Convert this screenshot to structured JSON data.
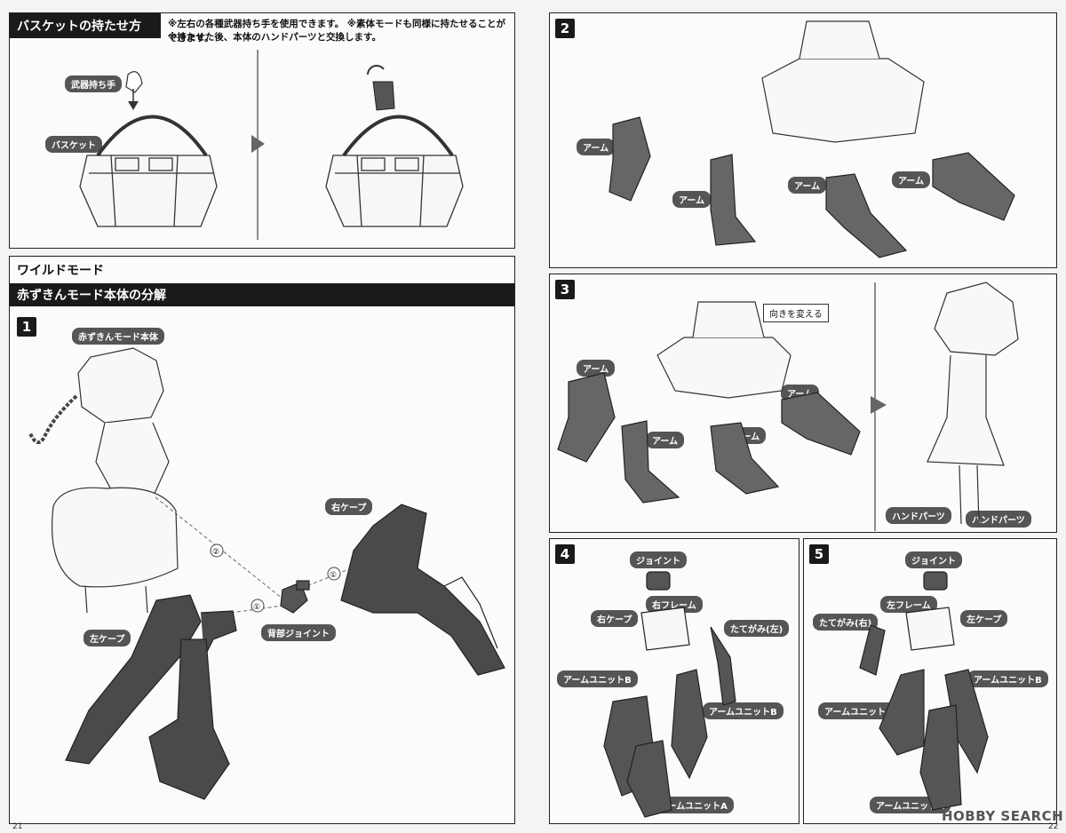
{
  "left": {
    "basket": {
      "title": "バスケットの持たせ方",
      "notes": [
        "※左右の各種武器持ち手を使用できます。 ※素体モードも同様に持たせることができます。",
        "※持たせた後、本体のハンドパーツと交換します。"
      ],
      "labels": {
        "hand": "武器持ち手",
        "basket": "バスケット"
      }
    },
    "wild": {
      "section_title": "ワイルドモード",
      "subtitle": "赤ずきんモード本体の分解",
      "step": "1",
      "labels": {
        "body": "赤ずきんモード本体",
        "right_cape": "右ケープ",
        "left_cape": "左ケープ",
        "back_joint": "背部ジョイント"
      },
      "markers": [
        "②",
        "①",
        "①"
      ]
    },
    "page_number": "21"
  },
  "right": {
    "step2": {
      "num": "2",
      "labels": [
        "アーム",
        "アーム",
        "アーム",
        "アーム"
      ]
    },
    "step3": {
      "num": "3",
      "callout": "向きを変える",
      "labels": [
        "アーム",
        "アーム",
        "アーム",
        "アーム"
      ],
      "hand_labels": [
        "ハンドパーツ",
        "ハンドパーツ"
      ]
    },
    "step4": {
      "num": "4",
      "labels": {
        "joint": "ジョイント",
        "frame": "右フレーム",
        "cape": "右ケープ",
        "mane": "たてがみ(左)",
        "unit_b1": "アームユニットB",
        "unit_b2": "アームユニットB",
        "unit_a": "アームユニットA"
      }
    },
    "step5": {
      "num": "5",
      "labels": {
        "joint": "ジョイント",
        "frame": "左フレーム",
        "cape": "左ケープ",
        "mane": "たてがみ(右)",
        "unit_b1": "アームユニットB",
        "unit_b2": "アームユニットB",
        "unit_a": "アームユニットA"
      }
    },
    "page_number": "22",
    "watermark": "HOBBY SEARCH"
  }
}
